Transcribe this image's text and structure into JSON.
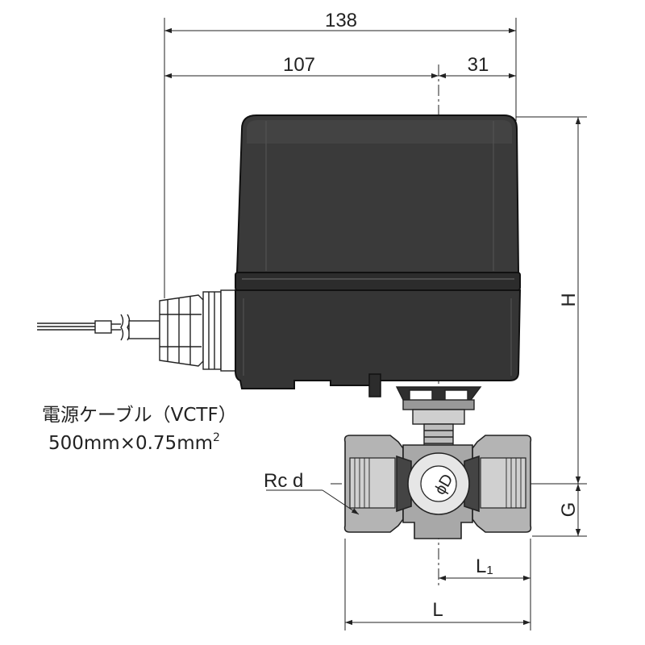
{
  "dimensions": {
    "overall_width": "138",
    "left_width": "107",
    "right_width": "31",
    "height": "H",
    "g": "G",
    "l1": "L",
    "l1_sub": "1",
    "l": "L"
  },
  "labels": {
    "rc": "Rc d",
    "phi_d": "ϕD"
  },
  "cable": {
    "line1": "電源ケーブル（VCTF）",
    "line2": "500mm×0.75mm",
    "line2_sup": "2"
  },
  "colors": {
    "body_fill": "#333333",
    "valve_fill": "#b0b0b0",
    "line": "#222222"
  }
}
